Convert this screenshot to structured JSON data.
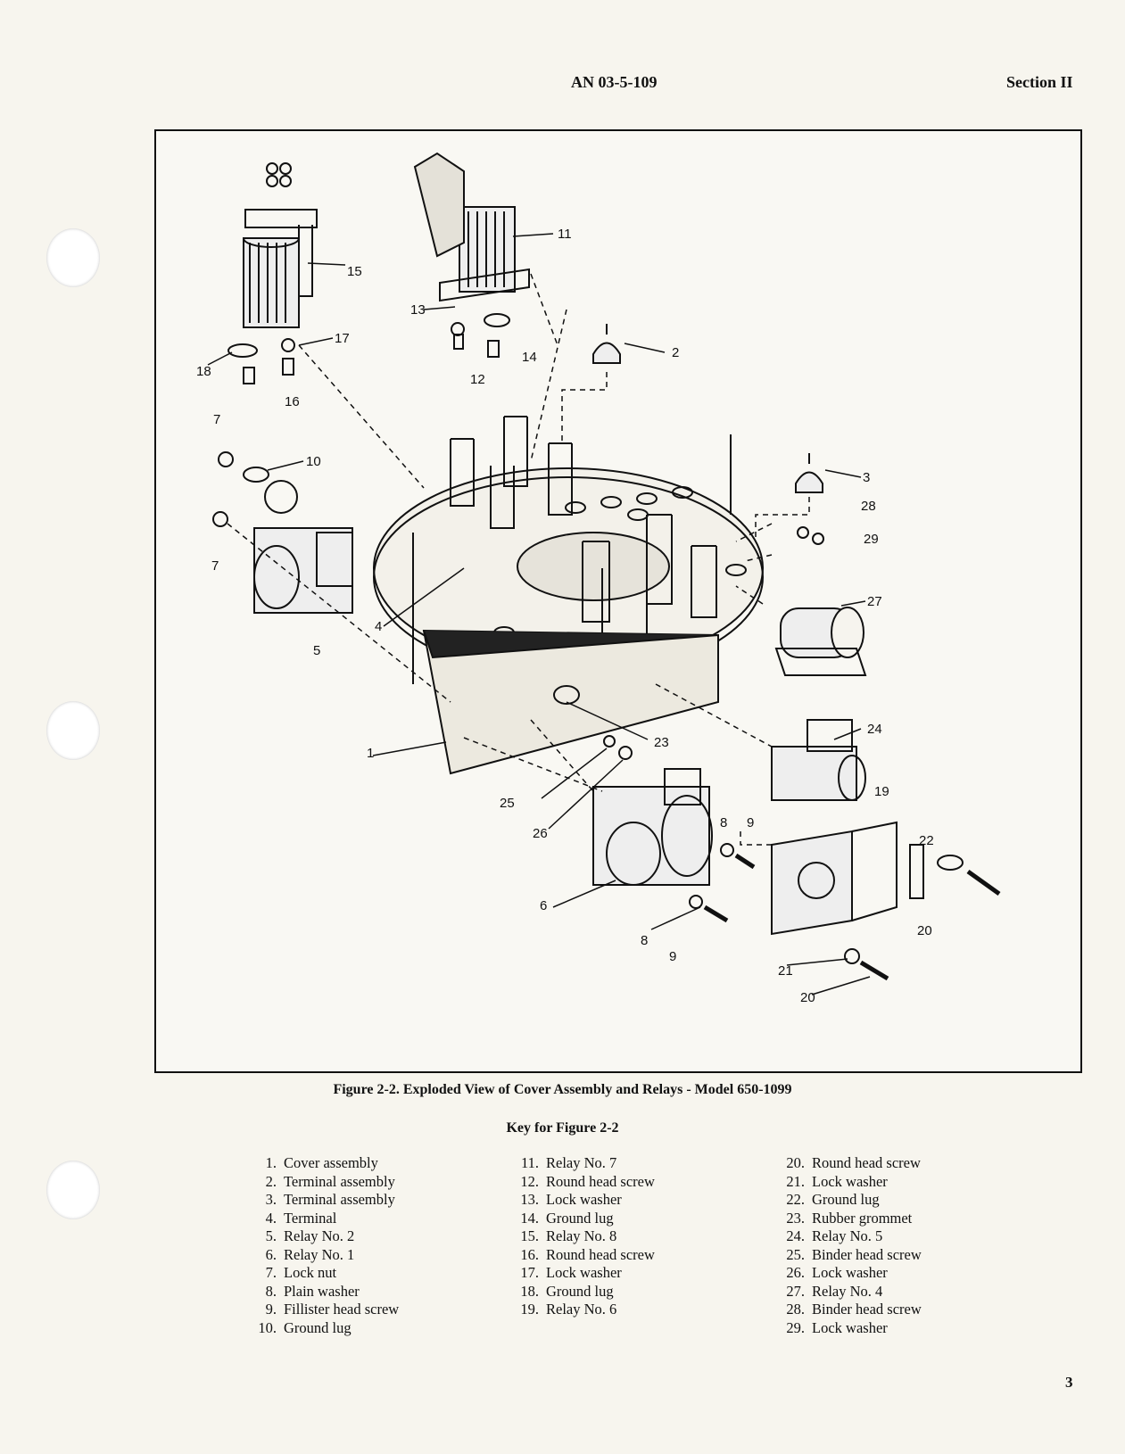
{
  "header": {
    "doc_id": "AN 03-5-109",
    "section": "Section II"
  },
  "figure": {
    "callouts": [
      "1",
      "2",
      "3",
      "4",
      "5",
      "6",
      "7",
      "7",
      "8",
      "8",
      "9",
      "9",
      "10",
      "11",
      "12",
      "13",
      "14",
      "15",
      "16",
      "17",
      "18",
      "19",
      "20",
      "20",
      "21",
      "22",
      "23",
      "24",
      "25",
      "26",
      "27",
      "28",
      "29"
    ],
    "caption": "Figure 2-2. Exploded View of Cover Assembly and Relays - Model 650-1099"
  },
  "key": {
    "title": "Key for Figure 2-2",
    "columns": [
      [
        {
          "num": "1.",
          "label": "Cover assembly"
        },
        {
          "num": "2.",
          "label": "Terminal assembly"
        },
        {
          "num": "3.",
          "label": "Terminal assembly"
        },
        {
          "num": "4.",
          "label": "Terminal"
        },
        {
          "num": "5.",
          "label": "Relay No. 2"
        },
        {
          "num": "6.",
          "label": "Relay No. 1"
        },
        {
          "num": "7.",
          "label": "Lock nut"
        },
        {
          "num": "8.",
          "label": "Plain washer"
        },
        {
          "num": "9.",
          "label": "Fillister head screw"
        },
        {
          "num": "10.",
          "label": "Ground lug"
        }
      ],
      [
        {
          "num": "11.",
          "label": "Relay No. 7"
        },
        {
          "num": "12.",
          "label": "Round head screw"
        },
        {
          "num": "13.",
          "label": "Lock washer"
        },
        {
          "num": "14.",
          "label": "Ground lug"
        },
        {
          "num": "15.",
          "label": "Relay No. 8"
        },
        {
          "num": "16.",
          "label": "Round head screw"
        },
        {
          "num": "17.",
          "label": "Lock washer"
        },
        {
          "num": "18.",
          "label": "Ground lug"
        },
        {
          "num": "19.",
          "label": "Relay No. 6"
        }
      ],
      [
        {
          "num": "20.",
          "label": "Round head screw"
        },
        {
          "num": "21.",
          "label": "Lock washer"
        },
        {
          "num": "22.",
          "label": "Ground lug"
        },
        {
          "num": "23.",
          "label": "Rubber grommet"
        },
        {
          "num": "24.",
          "label": "Relay No. 5"
        },
        {
          "num": "25.",
          "label": "Binder head screw"
        },
        {
          "num": "26.",
          "label": "Lock washer"
        },
        {
          "num": "27.",
          "label": "Relay No. 4"
        },
        {
          "num": "28.",
          "label": "Binder head screw"
        },
        {
          "num": "29.",
          "label": "Lock washer"
        }
      ]
    ]
  },
  "page_number": "3"
}
